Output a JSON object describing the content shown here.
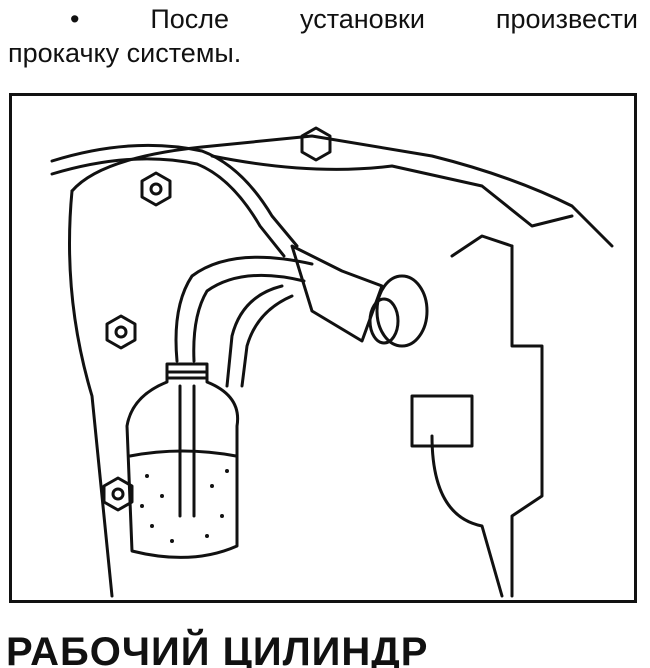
{
  "paragraph": {
    "bullet": "•",
    "line1_words": [
      "После",
      "установки",
      "произвести"
    ],
    "line2": "прокачку системы."
  },
  "figure": {
    "icon": "bleeding-clutch-slave-cylinder-illustration"
  },
  "heading": "РАБОЧИЙ ЦИЛИНДР"
}
